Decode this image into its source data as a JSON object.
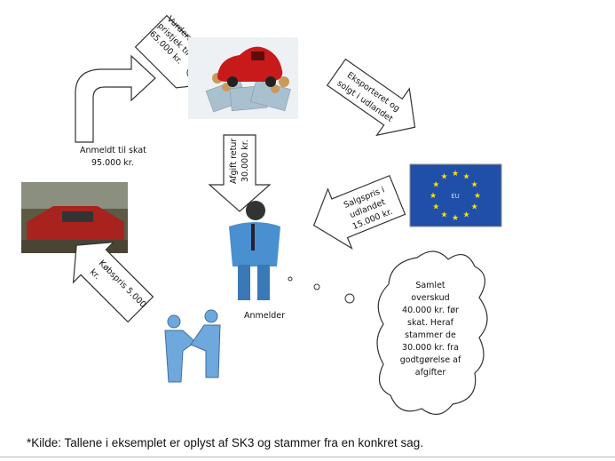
{
  "labels": {
    "tag": [
      "Vurderet i",
      "pristjek til",
      "65.000 kr."
    ],
    "export_arrow": [
      "Eksporteret og",
      "solgt i udlandet"
    ],
    "reported": [
      "Anmeldt til skat",
      "95.000 kr."
    ],
    "tax_return": [
      "Afgift retur",
      "30.000 kr."
    ],
    "sale_price": [
      "Salgspris i",
      "udlandet",
      "15.000 kr."
    ],
    "purchase": [
      "Købspris 5.000",
      "kr."
    ],
    "reporter": "Anmelder",
    "eu_flag": "EU",
    "cloud": [
      "Samlet",
      "overskud",
      "40.000 kr. før",
      "skat. Heraf",
      "stammer de",
      "30.000 kr. fra",
      "godtgørelse af",
      "afgifter"
    ]
  },
  "footnote": "*Kilde: Tallene i eksemplet er oplyst af SK3 og stammer fra en konkret sag.",
  "colors": {
    "eu_blue": "#1f4fa8",
    "eu_star": "#ffe000",
    "car_red": "#c81a1a",
    "person_blue": "#4a8fd0"
  }
}
